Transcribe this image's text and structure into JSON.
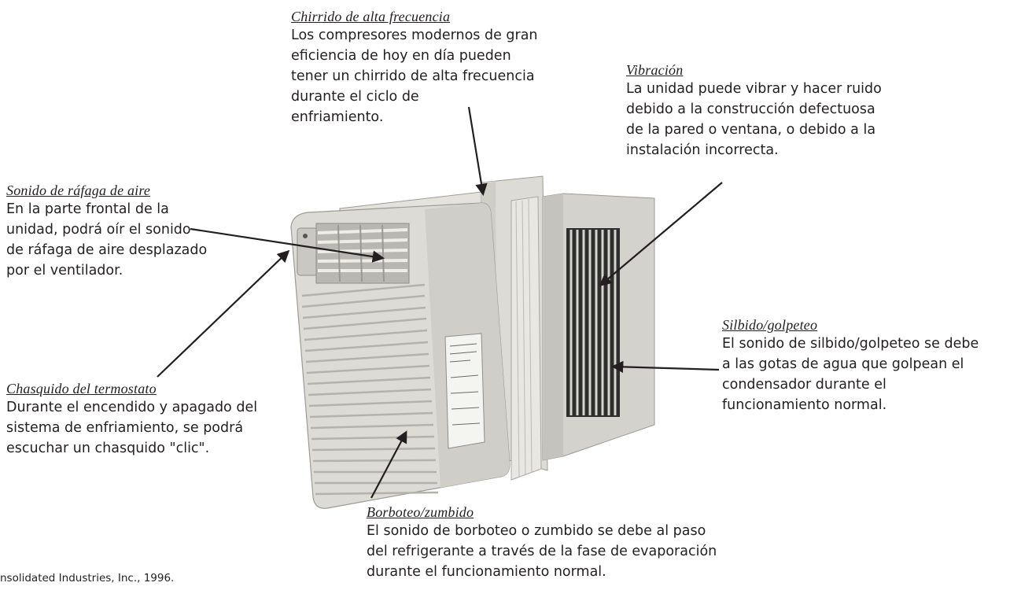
{
  "callouts": {
    "high_freq": {
      "title": "Chirrido de alta frecuencia",
      "lines": [
        "Los compresores modernos de gran",
        "eficiencia de hoy en día pueden",
        "tener un chirrido de alta frecuencia",
        "durante el ciclo de",
        "enfriamiento."
      ]
    },
    "vibration": {
      "title": "Vibración",
      "lines": [
        "La unidad puede vibrar y hacer ruido",
        "debido a la construcción defectuosa",
        "de la pared o ventana, o debido a la",
        "instalación incorrecta."
      ]
    },
    "air_rush": {
      "title": "Sonido de ráfaga de aire",
      "lines": [
        "En la parte frontal de la",
        "unidad, podrá oír el sonido",
        "de ráfaga de aire desplazado",
        "por el ventilador."
      ]
    },
    "hiss_knock": {
      "title": "Silbido/golpeteo",
      "lines": [
        "El sonido de silbido/golpeteo se debe",
        "a las gotas de agua que golpean el",
        "condensador durante el",
        "funcionamiento normal."
      ]
    },
    "thermostat": {
      "title": "Chasquido del termostato",
      "lines": [
        "Durante el encendido y apagado del",
        "sistema de enfriamiento, se podrá",
        "escuchar un chasquido \"clic\"."
      ]
    },
    "gurgle": {
      "title": "Borboteo/zumbido",
      "lines": [
        "El sonido de borboteo o zumbido se debe al paso",
        "del refrigerante a través de la fase de evaporación",
        "durante el funcionamiento normal."
      ]
    }
  },
  "footer": "nsolidated Industries, Inc., 1996.",
  "colors": {
    "text": "#231f20",
    "unit_body": "#d9d8d3",
    "unit_shadow": "#b9b8b2",
    "grille_dark": "#2a2a2a"
  }
}
